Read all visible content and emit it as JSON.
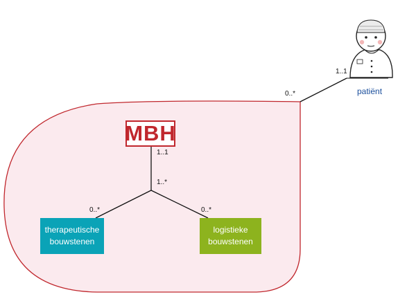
{
  "mbh": {
    "label": "MBH"
  },
  "blocks": {
    "therapeutic": {
      "line1": "therapeutische",
      "line2": "bouwstenen"
    },
    "logistic": {
      "line1": "logistieke",
      "line2": "bouwstenen"
    }
  },
  "multiplicities": {
    "mbh_top": "1..1",
    "mbh_bottom": "1..*",
    "left_branch": "0..*",
    "right_branch": "0..*",
    "blob_side": "0..*",
    "patient_side": "1..1"
  },
  "patient": {
    "label": "patiënt"
  },
  "colors": {
    "mbh_red": "#c0272d",
    "blob_fill": "#fbeaee",
    "blob_stroke": "#c0272d",
    "therapeutic_teal": "#0aa3b7",
    "logistic_green": "#8db31e",
    "patient_label_blue": "#1b4f9c"
  }
}
